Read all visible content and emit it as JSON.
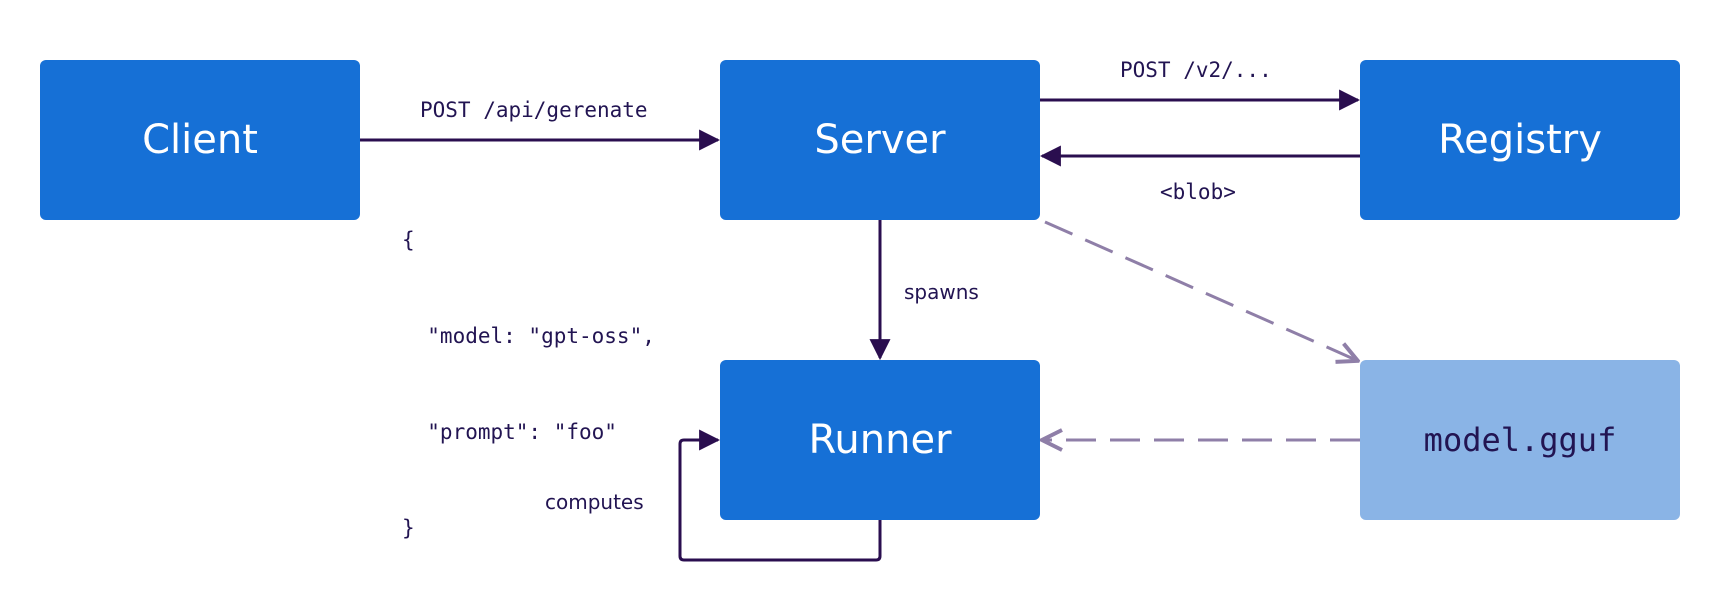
{
  "nodes": {
    "client": "Client",
    "server": "Server",
    "registry": "Registry",
    "runner": "Runner",
    "model_file": "model.gguf"
  },
  "edges": {
    "client_to_server": "POST /api/gerenate",
    "server_to_registry": "POST /v2/...",
    "registry_to_server": "<blob>",
    "server_to_runner": "spawns",
    "runner_self": "computes"
  },
  "request_body": [
    "{",
    "  \"model: \"gpt-oss\",",
    "  \"prompt\": \"foo\"",
    "}"
  ],
  "colors": {
    "node_primary": "#1670d6",
    "node_light": "#8ab4e6",
    "arrow_solid": "#2a0e4f",
    "arrow_dashed": "#8f7fa8",
    "text_dark": "#221452"
  }
}
